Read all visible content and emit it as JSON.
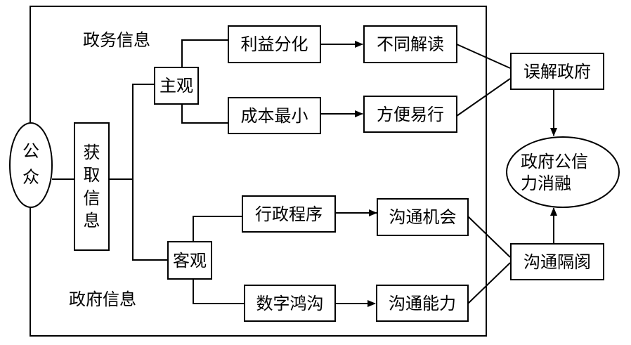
{
  "public": [
    "公",
    "众"
  ],
  "acquire": [
    "获",
    "取",
    "信",
    "息"
  ],
  "labels": {
    "gov_affairs_info": "政务信息",
    "gov_info": "政府信息"
  },
  "subjective": "主观",
  "objective": "客观",
  "nodes": {
    "interest_division": "利益分化",
    "cost_minimal": "成本最小",
    "admin_procedure": "行政程序",
    "digital_divide": "数字鸿沟",
    "diff_interpretation": "不同解读",
    "convenient": "方便易行",
    "comm_opportunity": "沟通机会",
    "comm_ability": "沟通能力",
    "misunderstand_gov": "误解政府",
    "comm_barrier": "沟通隔阂"
  },
  "credibility": [
    "政府公信",
    "力消融"
  ]
}
